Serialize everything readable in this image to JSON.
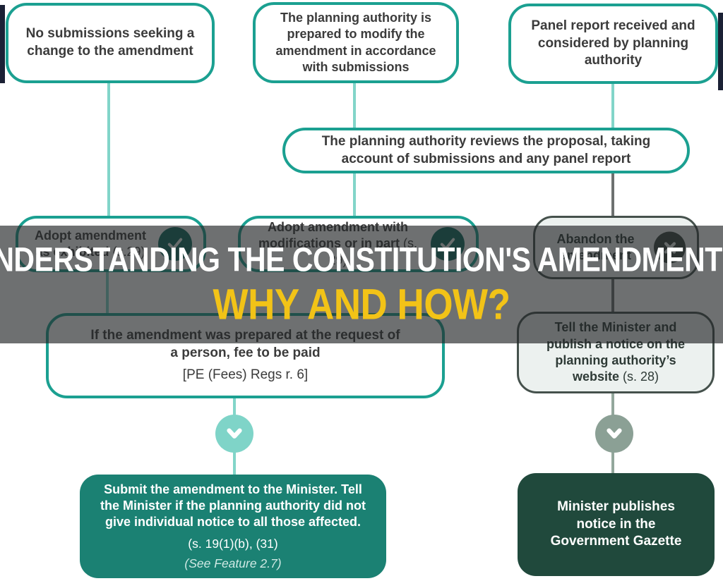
{
  "banner": {
    "title": "UNDERSTANDING THE CONSTITUTION'S AMENDMENTS:",
    "subtitle": "WHY AND HOW?",
    "title_color": "#ffffff",
    "subtitle_color": "#f2c317"
  },
  "colors": {
    "box_border_teal": "#1ba091",
    "connector_teal": "#82d5c9",
    "connector_gray": "#6d7170",
    "connector_sage": "#93a79c",
    "check_badge": "#0e6b5f",
    "cross_badge": "#39433f",
    "submit_box_fill": "#1b8173",
    "gazette_box_fill": "#20493c",
    "muted_box_fill": "#ecf1ef",
    "muted_box_border": "#45514c",
    "overlay": "rgba(35,38,40,0.66)"
  },
  "flowchart": {
    "top_row": [
      {
        "text": "No submissions seeking a change to the amendment"
      },
      {
        "text": "The planning authority is prepared to modify the amendment in accordance with submissions"
      },
      {
        "text": "Panel report received and considered by planning authority"
      }
    ],
    "review": {
      "text": "The planning authority reviews the proposal, taking account of submissions and any panel report"
    },
    "decisions": [
      {
        "label": "Adopt amendment as exhibited ",
        "ref": "(s.29)",
        "icon": "check-icon"
      },
      {
        "label": "Adopt amendment with modifications or in part ",
        "ref": "(s. 29)",
        "icon": "check-icon"
      },
      {
        "label": "Abandon the amendment",
        "ref": "",
        "icon": "x-icon"
      }
    ],
    "fee_box": {
      "label": "If the amendment was prepared at the request of a person, fee to be paid",
      "ref": "[PE (Fees) Regs r. 6]"
    },
    "tell_box": {
      "label": "Tell the Minister and publish a notice on the planning authority’s website ",
      "ref": "(s. 28)"
    },
    "submit_box": {
      "label": "Submit the amendment to the Minister. Tell the Minister if the planning authority did not give individual notice to all those affected.",
      "ref": "(s. 19(1)(b), (31)",
      "note": "(See Feature 2.7)"
    },
    "gazette_box": {
      "label": "Minister publishes notice in the Government Gazette"
    }
  }
}
